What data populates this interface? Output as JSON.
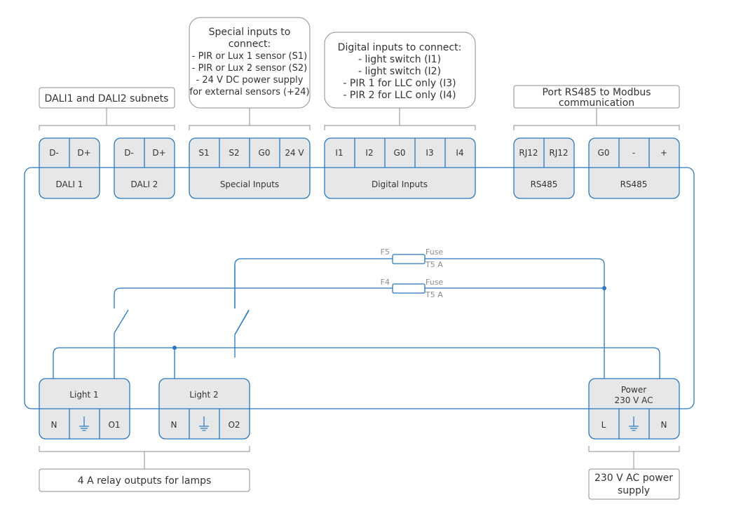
{
  "colors": {
    "wire": "#2678c2",
    "terminal_fill": "#e6e7e8",
    "terminal_stroke": "#2678c2",
    "callout_stroke": "#8c8c8c",
    "text": "#333333",
    "fuse_text": "#8c8c8c"
  },
  "callouts": {
    "dali_subnets": "DALI1 and DALI2 subnets",
    "special_inputs": [
      "Special inputs to",
      "connect:",
      "- PIR or Lux 1 sensor (S1)",
      "- PIR or Lux 2 sensor (S2)",
      "- 24 V DC power supply",
      "for external sensors (+24)"
    ],
    "digital_inputs": [
      "Digital inputs to connect:",
      "- light switch (I1)",
      "- light switch (I2)",
      "- PIR 1 for LLC only (I3)",
      "- PIR 2 for LLC only (I4)"
    ],
    "rs485_port": [
      "Port RS485 to Modbus",
      "communication"
    ],
    "relay_outputs": "4 A relay outputs for lamps",
    "power_supply": [
      "230 V AC power",
      "supply"
    ]
  },
  "terminal_blocks": {
    "dali1": {
      "pins": [
        "D-",
        "D+"
      ],
      "label": "DALI 1"
    },
    "dali2": {
      "pins": [
        "D-",
        "D+"
      ],
      "label": "DALI 2"
    },
    "special": {
      "pins": [
        "S1",
        "S2",
        "G0",
        "24 V"
      ],
      "label": "Special Inputs"
    },
    "digital": {
      "pins": [
        "I1",
        "I2",
        "G0",
        "I3",
        "I4"
      ],
      "label": "Digital Inputs"
    },
    "rs485_rj": {
      "pins": [
        "RJ12",
        "RJ12"
      ],
      "label": "RS485"
    },
    "rs485_term": {
      "pins": [
        "G0",
        "-",
        "+"
      ],
      "label": "RS485"
    },
    "light1": {
      "label": "Light 1",
      "pins": [
        "N",
        "ground-icon",
        "O1"
      ]
    },
    "light2": {
      "label": "Light 2",
      "pins": [
        "N",
        "ground-icon",
        "O2"
      ]
    },
    "power": {
      "label": [
        "Power",
        "230 V AC"
      ],
      "pins": [
        "L",
        "ground-icon",
        "N"
      ]
    }
  },
  "fuses": {
    "f5": {
      "id": "F5",
      "type": "Fuse",
      "rating": "T5 A"
    },
    "f4": {
      "id": "F4",
      "type": "Fuse",
      "rating": "T5 A"
    }
  }
}
